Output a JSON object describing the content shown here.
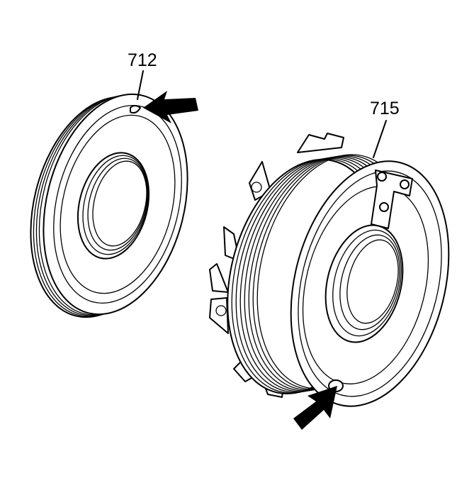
{
  "figure": {
    "callouts": [
      {
        "id": "part-712",
        "text": "712"
      },
      {
        "id": "part-715",
        "text": "715"
      }
    ],
    "colors": {
      "line": "#000000",
      "background": "#ffffff"
    }
  }
}
